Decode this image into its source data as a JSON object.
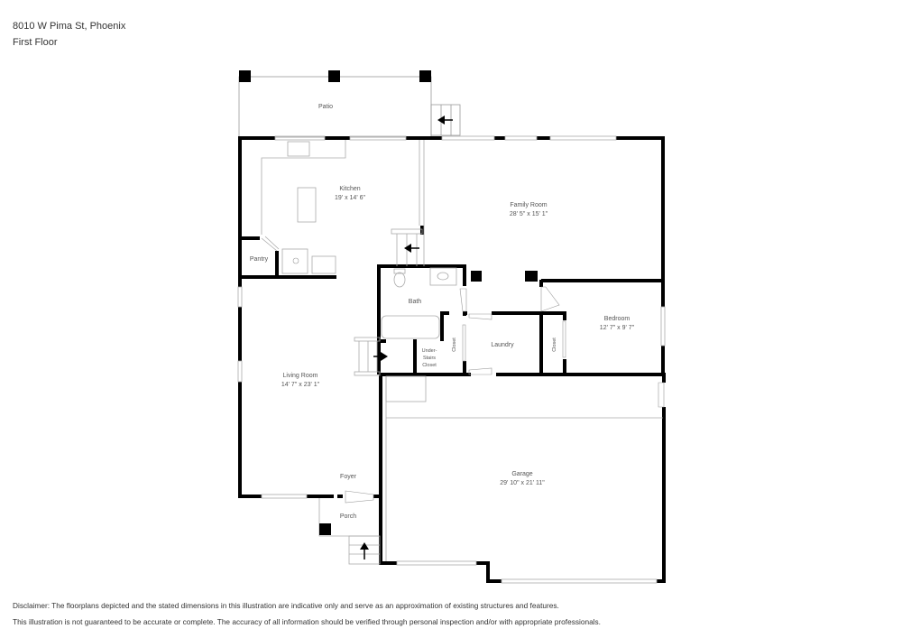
{
  "header": {
    "address": "8010 W Pima St, Phoenix",
    "floor": "First Floor"
  },
  "rooms": {
    "patio": {
      "name": "Patio",
      "dims": ""
    },
    "kitchen": {
      "name": "Kitchen",
      "dims": "19' x 14' 6\""
    },
    "family_room": {
      "name": "Family Room",
      "dims": "28' 5\" x 15' 1\""
    },
    "pantry": {
      "name": "Pantry",
      "dims": ""
    },
    "bath": {
      "name": "Bath",
      "dims": ""
    },
    "bedroom": {
      "name": "Bedroom",
      "dims": "12' 7\" x 9' 7\""
    },
    "living_room": {
      "name": "Living Room",
      "dims": "14' 7\" x 23' 1\""
    },
    "under_stairs_closet": {
      "name_line1": "Under-",
      "name_line2": "Stairs",
      "name_line3": "Closet"
    },
    "closet_laundry": {
      "name": "Closet"
    },
    "laundry": {
      "name": "Laundry"
    },
    "closet_bedroom": {
      "name": "Closet"
    },
    "foyer": {
      "name": "Foyer"
    },
    "porch": {
      "name": "Porch"
    },
    "garage": {
      "name": "Garage",
      "dims": "29' 10\" x 21' 11\""
    }
  },
  "footer": {
    "disclaimer_line1": "Disclaimer: The floorplans depicted and the stated dimensions in this illustration are indicative only and serve as an approximation of existing structures and features.",
    "disclaimer_line2": "This illustration is not guaranteed to be accurate or complete. The accuracy of all information should be verified through personal inspection and/or with appropriate professionals."
  }
}
